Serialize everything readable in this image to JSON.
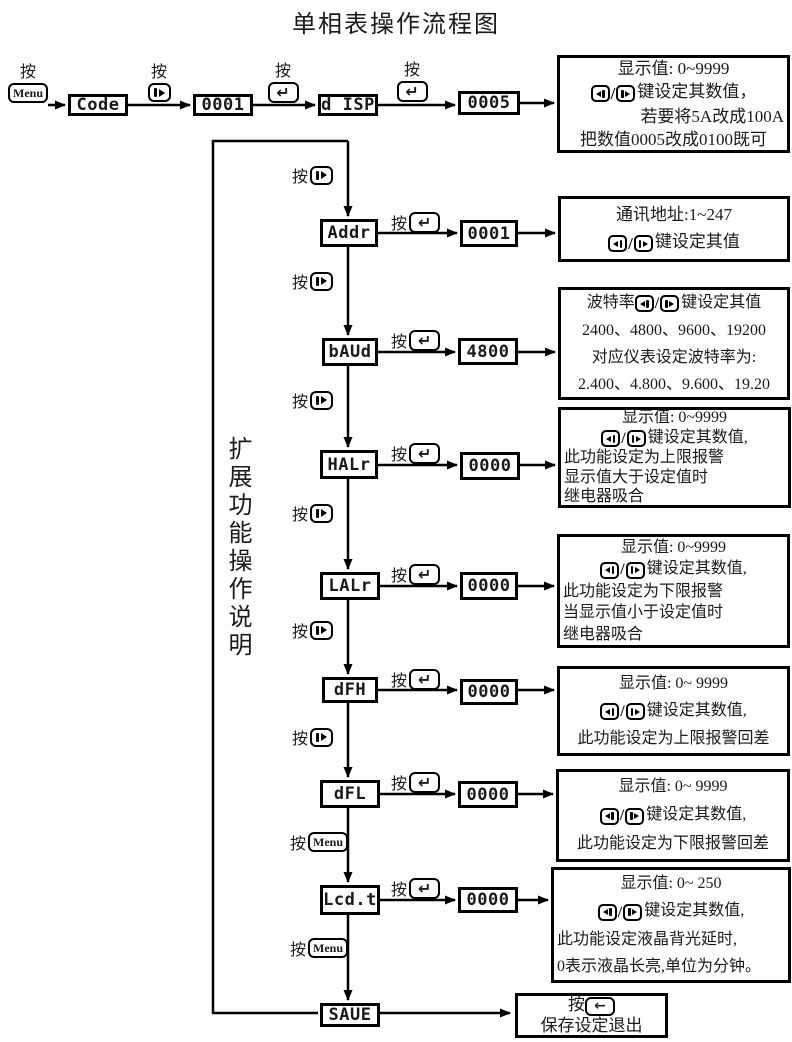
{
  "title": "单相表操作流程图",
  "side_label": "扩展功能操作说明",
  "press": "按",
  "slash": "/",
  "keys": {
    "menu": "Menu",
    "enter": "↵",
    "back": "←"
  },
  "displays": {
    "code": "Code",
    "code_val": "0001",
    "disp": "d ISP",
    "disp_val": "0005",
    "addr": "Addr",
    "addr_val": "0001",
    "baud": "bAUd",
    "baud_val": "4800",
    "halr": "HALr",
    "halr_val": "0000",
    "lalr": "LALr",
    "lalr_val": "0000",
    "dfh": "dFH",
    "dfh_val": "0000",
    "dfl": "dFL",
    "dfl_val": "0000",
    "lcdt": "Lcd.t",
    "lcdt_val": "0000",
    "save": "SAUE"
  },
  "boxes": {
    "disp": {
      "l1": "显示值: 0~9999",
      "l2": "键设定其数值，",
      "l3": "若要将5A改成100A",
      "l4": "把数值0005改成0100既可"
    },
    "addr": {
      "l1": "通讯地址:1~247",
      "l2": "键设定其值"
    },
    "baud": {
      "l1a": "波特率",
      "l1b": "键设定其值",
      "l2": "2400、4800、9600、19200",
      "l3": "对应仪表设定波特率为:",
      "l4": "2.400、4.800、9.600、19.20"
    },
    "halr": {
      "l1": "显示值: 0~9999",
      "l2": "键设定其数值,",
      "l3": "此功能设定为上限报警",
      "l4": "显示值大于设定值时",
      "l5": "继电器吸合"
    },
    "lalr": {
      "l1": "显示值: 0~9999",
      "l2": "键设定其数值,",
      "l3": "此功能设定为下限报警",
      "l4": "当显示值小于设定值时",
      "l5": "继电器吸合"
    },
    "dfh": {
      "l1": "显示值: 0~ 9999",
      "l2": "键设定其数值,",
      "l3": "此功能设定为上限报警回差"
    },
    "dfl": {
      "l1": "显示值: 0~ 9999",
      "l2": "键设定其数值,",
      "l3": "此功能设定为下限报警回差"
    },
    "lcdt": {
      "l1": "显示值: 0~ 250",
      "l2": "键设定其数值,",
      "l3": "此功能设定液晶背光延时,",
      "l4": "0表示液晶长亮,单位为分钟。"
    },
    "save": {
      "l1": "保存设定退出"
    }
  }
}
